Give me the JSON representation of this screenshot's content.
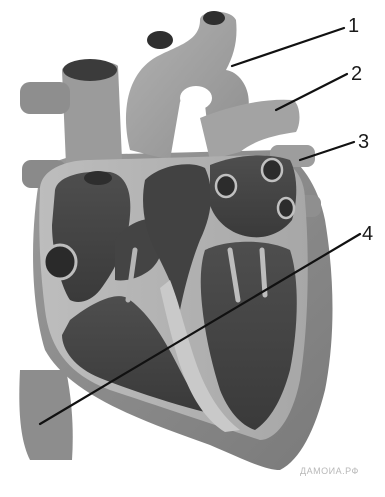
{
  "diagram": {
    "labels": [
      {
        "id": "1",
        "text": "1"
      },
      {
        "id": "2",
        "text": "2"
      },
      {
        "id": "3",
        "text": "3"
      },
      {
        "id": "4",
        "text": "4"
      }
    ],
    "watermark": "ДАМОИА.РФ"
  },
  "colors": {
    "vessel_light": "#a9a9a9",
    "vessel_mid": "#8c8c8c",
    "vessel_dark": "#5f5f5f",
    "chamber_dark": "#4a4a4a",
    "chamber_deep": "#383838",
    "wall_light": "#c4c4c4",
    "background": "#ffffff",
    "leader_line": "#111111"
  }
}
